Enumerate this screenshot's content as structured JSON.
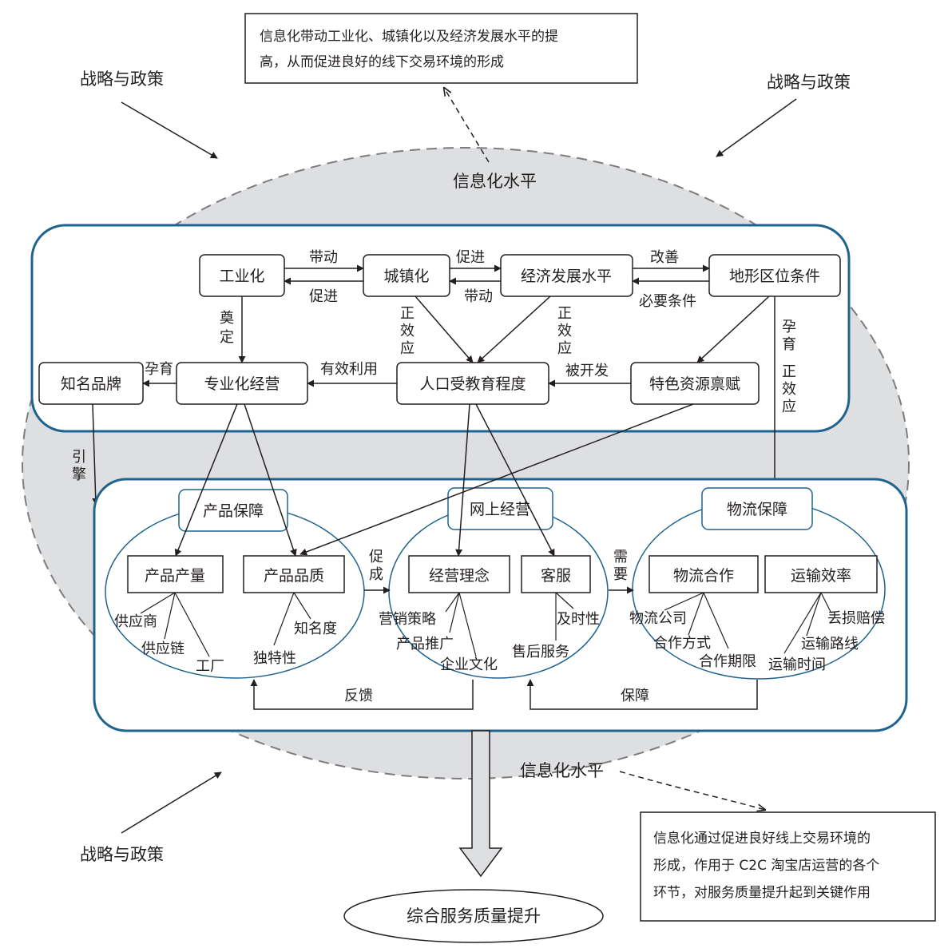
{
  "colors": {
    "ellipse_fill": "#dedfe1",
    "ellipse_stroke": "#7d7d7f",
    "frame_stroke": "#1f648e",
    "line": "#231f20",
    "box_fill": "#ffffff"
  },
  "top_note": {
    "line1": "信息化带动工业化、城镇化以及经济发展水平的提",
    "line2": "高，从而促进良好的线下交易环境的形成"
  },
  "bottom_note": {
    "line1": "信息化通过促进良好线上交易环境的",
    "line2": "形成，作用于 C2C 淘宝店运营的各个",
    "line3": "环节，对服务质量提升起到关键作用"
  },
  "strategy_labels": {
    "top_left": "战略与政策",
    "top_right": "战略与政策",
    "bottom_left": "战略与政策"
  },
  "info_level": {
    "top": "信息化水平",
    "bottom": "信息化水平"
  },
  "upper_nodes": {
    "industrialization": "工业化",
    "urbanization": "城镇化",
    "economy": "经济发展水平",
    "terrain": "地形区位条件",
    "brand": "知名品牌",
    "specialized": "专业化经营",
    "education": "人口受教育程度",
    "resources": "特色资源禀赋"
  },
  "upper_edges": {
    "drive_1": "带动",
    "promote_1": "促进",
    "promote_2": "促进",
    "drive_2": "带动",
    "improve": "改善",
    "necessary": "必要条件",
    "foundation_1": "奠",
    "foundation_2": "定",
    "positive_a": [
      "正",
      "效",
      "应"
    ],
    "positive_b": [
      "正",
      "效",
      "应"
    ],
    "positive_c": [
      "正",
      "效",
      "应"
    ],
    "nurture_right_1": "孕",
    "nurture_right_2": "育",
    "nurture_brand": "孕育",
    "effective_use": "有效利用",
    "developed": "被开发"
  },
  "guide_label": {
    "char1": "引",
    "char2": "擎"
  },
  "sections": {
    "product": {
      "title": "产品保障",
      "box1": "产品产量",
      "box2": "产品品质",
      "supplier": "供应商",
      "supply_chain": "供应链",
      "factory": "工厂",
      "uniqueness": "独特性",
      "reputation": "知名度"
    },
    "online": {
      "title": "网上经营",
      "box1": "经营理念",
      "box2": "客服",
      "marketing": "营销策略",
      "promotion": "产品推广",
      "culture": "企业文化",
      "timeliness": "及时性",
      "aftersales": "售后服务"
    },
    "logistics": {
      "title": "物流保障",
      "box1": "物流合作",
      "box2": "运输效率",
      "company": "物流公司",
      "mode": "合作方式",
      "period": "合作期限",
      "loss": "丢损赔偿",
      "route": "运输路线",
      "time": "运输时间"
    }
  },
  "flow_labels": {
    "facilitate_1": "促",
    "facilitate_2": "成",
    "need_1": "需",
    "need_2": "要",
    "feedback": "反馈",
    "guarantee": "保障"
  },
  "result": "综合服务质量提升"
}
